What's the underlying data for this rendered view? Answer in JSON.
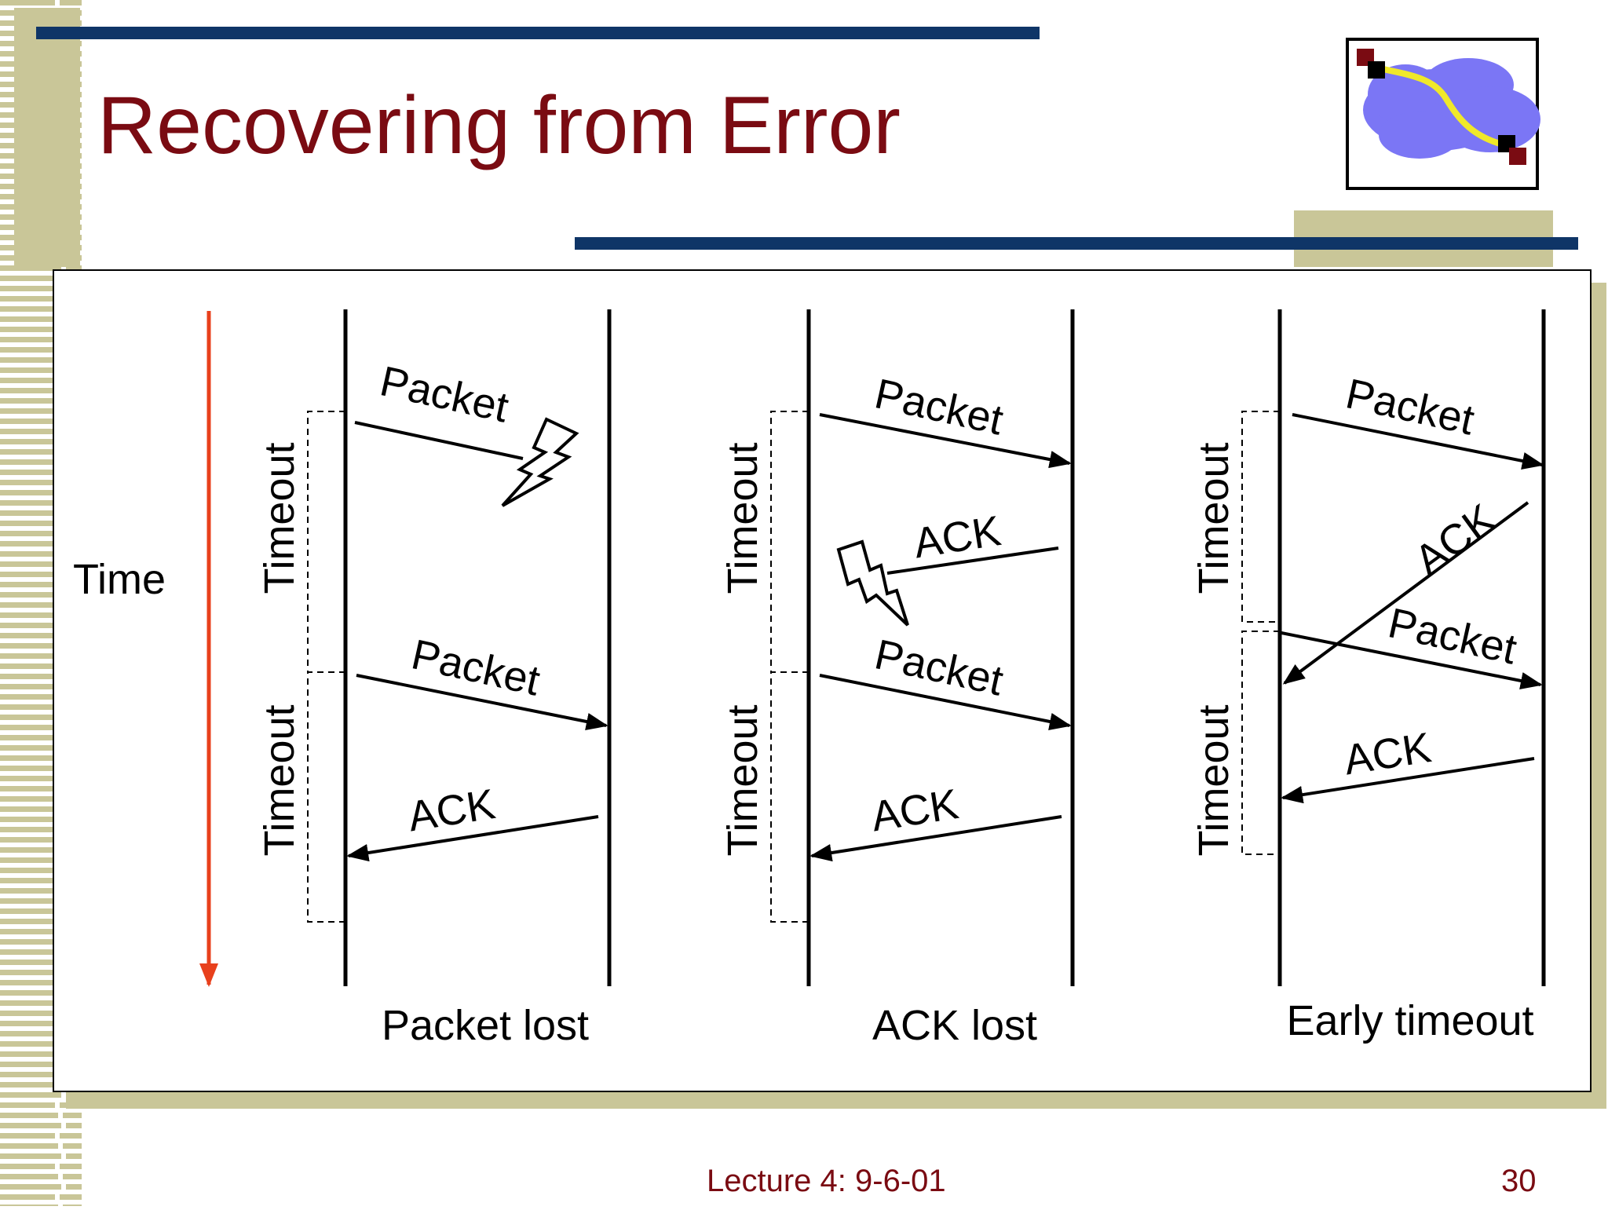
{
  "slide": {
    "title": "Recovering from Error",
    "footer_lecture": "Lecture 4: 9-6-01",
    "footer_page": "30"
  },
  "colors": {
    "title": "#7a0b12",
    "rule_bar": "#0f3567",
    "accent_khaki": "#c9c698",
    "time_arrow": "#e8401c",
    "cloud": "#7b76f5",
    "wire": "#f0e82a"
  },
  "diagram": {
    "time_label": "Time",
    "scenarios": [
      {
        "caption": "Packet lost",
        "timeouts": [
          "Timeout",
          "Timeout"
        ],
        "messages": [
          {
            "label": "Packet",
            "lost": true
          },
          {
            "label": "Packet",
            "lost": false
          },
          {
            "label": "ACK",
            "lost": false
          }
        ]
      },
      {
        "caption": "ACK lost",
        "timeouts": [
          "Timeout",
          "Timeout"
        ],
        "messages": [
          {
            "label": "Packet",
            "lost": false
          },
          {
            "label": "ACK",
            "lost": true
          },
          {
            "label": "Packet",
            "lost": false
          },
          {
            "label": "ACK",
            "lost": false
          }
        ]
      },
      {
        "caption": "Early timeout",
        "timeouts": [
          "Timeout",
          "Timeout"
        ],
        "messages": [
          {
            "label": "Packet",
            "lost": false
          },
          {
            "label": "ACK",
            "lost": false
          },
          {
            "label": "Packet",
            "lost": false
          },
          {
            "label": "ACK",
            "lost": false
          }
        ]
      }
    ]
  }
}
